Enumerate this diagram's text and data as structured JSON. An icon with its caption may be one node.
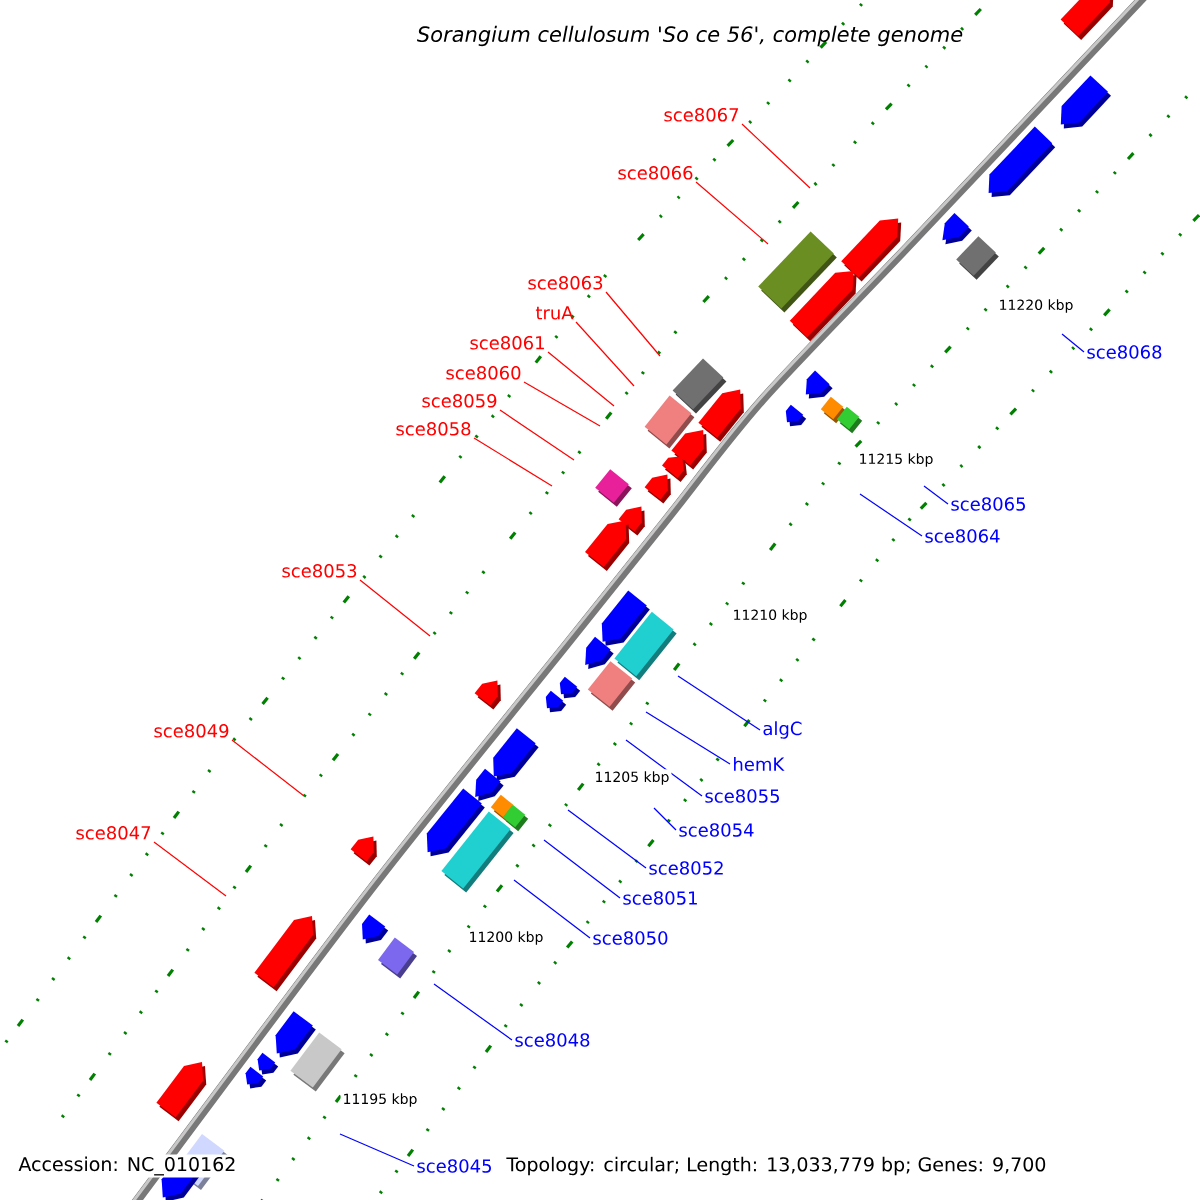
{
  "diagram": {
    "title": "Sorangium cellulosum 'So ce 56', complete genome",
    "nodes": [
      {
        "text": [
          "sce8067"
        ]
      },
      {
        "text": [
          "sce8066"
        ]
      },
      {
        "text": [
          "sce8063"
        ]
      },
      {
        "text": [
          "truA"
        ]
      },
      {
        "text": [
          "sce8061"
        ]
      },
      {
        "text": [
          "sce8060"
        ]
      },
      {
        "text": [
          "sce8059"
        ]
      },
      {
        "text": [
          "sce8058"
        ]
      },
      {
        "text": [
          "sce8053"
        ]
      },
      {
        "text": [
          "sce8049"
        ]
      },
      {
        "text": [
          "sce8047"
        ]
      },
      {
        "text": [
          "sce8068"
        ]
      },
      {
        "text": [
          "sce8065"
        ]
      },
      {
        "text": [
          "sce8064"
        ]
      },
      {
        "text": [
          "algC"
        ]
      },
      {
        "text": [
          "hemK"
        ]
      },
      {
        "text": [
          "sce8055"
        ]
      },
      {
        "text": [
          "sce8054"
        ]
      },
      {
        "text": [
          "sce8052"
        ]
      },
      {
        "text": [
          "sce8051"
        ]
      },
      {
        "text": [
          "sce8050"
        ]
      },
      {
        "text": [
          "sce8048"
        ]
      },
      {
        "text": [
          "sce8045"
        ]
      }
    ],
    "edges": [
      {
        "from": 0,
        "to": null,
        "arrow": "none",
        "color": "#ff0000"
      },
      {
        "from": 1,
        "to": null,
        "arrow": "none",
        "color": "#ff0000"
      },
      {
        "from": 2,
        "to": null,
        "arrow": "none",
        "color": "#ff0000"
      },
      {
        "from": 3,
        "to": null,
        "arrow": "none",
        "color": "#ff0000"
      },
      {
        "from": 4,
        "to": null,
        "arrow": "none",
        "color": "#ff0000"
      },
      {
        "from": 5,
        "to": null,
        "arrow": "none",
        "color": "#ff0000"
      },
      {
        "from": 6,
        "to": null,
        "arrow": "none",
        "color": "#ff0000"
      },
      {
        "from": 7,
        "to": null,
        "arrow": "none",
        "color": "#ff0000"
      },
      {
        "from": 8,
        "to": null,
        "arrow": "none",
        "color": "#ff0000"
      },
      {
        "from": 9,
        "to": null,
        "arrow": "none",
        "color": "#ff0000"
      },
      {
        "from": 10,
        "to": null,
        "arrow": "none",
        "color": "#ff0000"
      },
      {
        "from": 11,
        "to": null,
        "arrow": "none"
      },
      {
        "from": 12,
        "to": null,
        "arrow": "none"
      },
      {
        "from": 13,
        "to": null,
        "arrow": "none"
      },
      {
        "from": 14,
        "to": null,
        "arrow": "none"
      },
      {
        "from": 15,
        "to": null,
        "arrow": "none"
      },
      {
        "from": 16,
        "to": null,
        "arrow": "none"
      },
      {
        "from": 17,
        "to": null,
        "arrow": "none"
      },
      {
        "from": 18,
        "to": null,
        "arrow": "none"
      },
      {
        "from": 19,
        "to": null,
        "arrow": "none"
      },
      {
        "from": 20,
        "to": null,
        "arrow": "none"
      },
      {
        "from": 21,
        "to": null,
        "arrow": "none"
      },
      {
        "from": 22,
        "to": null,
        "arrow": "none"
      }
    ],
    "labels": [
      "11220 kbp",
      "11215 kbp",
      "11210 kbp",
      "11205 kbp",
      "11200 kbp",
      "11195 kbp",
      "Accession: NC_010162",
      "Topology: circular; Length: 13,033,779 bp; Genes: 9,700"
    ]
  }
}
